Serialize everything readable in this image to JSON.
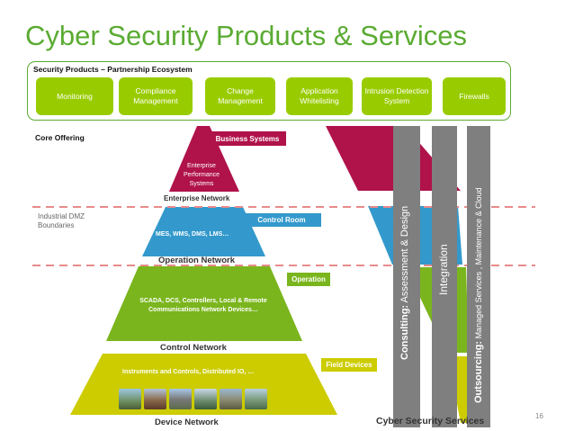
{
  "title": "Cyber Security Products & Services",
  "ecosystem": {
    "title": "Security Products – Partnership Ecosystem",
    "products": [
      "Monitoring",
      "Compliance Management",
      "Change Management",
      "Application Whitelisting",
      "Intrusion Detection System",
      "Firewalls"
    ]
  },
  "core_offering": "Core Offering",
  "dmz_label": "Industrial DMZ Boundaries",
  "pyramid": {
    "levels": [
      {
        "tag": "Business Systems",
        "content": "Enterprise Performance Systems",
        "network": "Enterprise Network"
      },
      {
        "tag": "Control Room",
        "content": "MES, WMS, DMS, LMS…",
        "network": "Operation Network"
      },
      {
        "tag": "Operation",
        "content": "SCADA, DCS, Controllers, Local & Remote Communications Network Devices…",
        "network": "Control Network"
      },
      {
        "tag": "Field Devices",
        "content": "Instruments and Controls, Distributed IO, …",
        "network": "Device Network"
      }
    ]
  },
  "services": {
    "consulting": {
      "bold": "Consulting:",
      "rest": " Assessment & Design"
    },
    "integration": "Integration",
    "outsourcing": {
      "bold": "Outsourcing:",
      "rest": " Managed Services , Maintenance & Cloud"
    },
    "footer": "Cyber Security Services"
  },
  "page_number": "16",
  "colors": {
    "green_title": "#5aab32",
    "product_green": "#99cc00",
    "business": "#b0124a",
    "control_room": "#3399cc",
    "operation": "#7ab51d",
    "field": "#cccc00",
    "bar_gray": "#7f7f7f",
    "dmz_line": "#e88a8a"
  }
}
